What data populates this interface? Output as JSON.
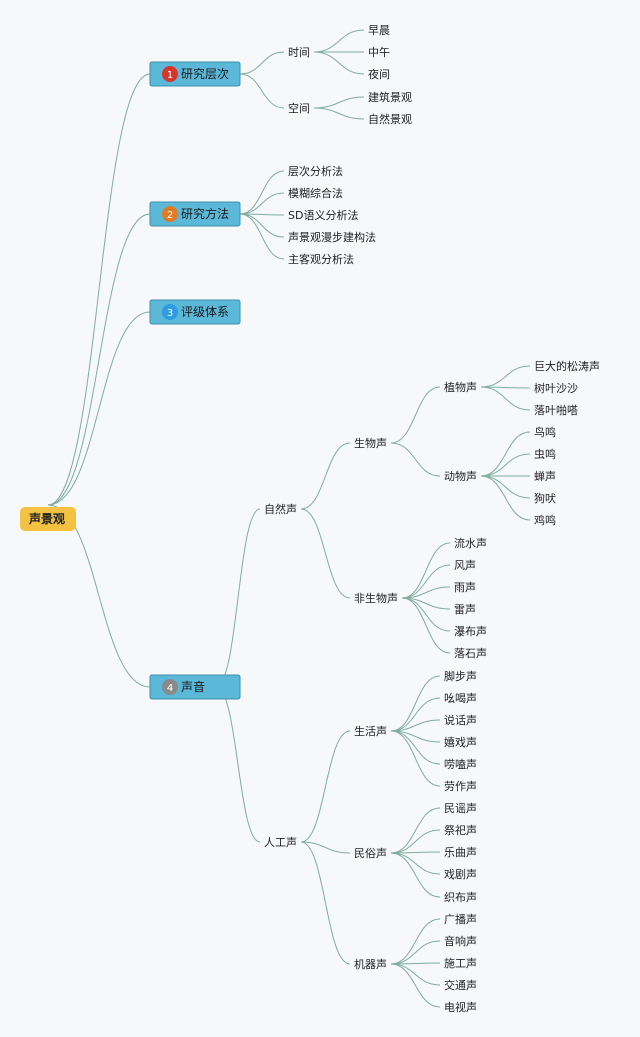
{
  "root": {
    "label": "声景观"
  },
  "colors": {
    "edge": "#7fae9c",
    "root_fill": "#f4c242",
    "l1_fill": "#5bb8d8",
    "l1_stroke": "#3d8fb0"
  },
  "branches": [
    {
      "label": "研究层次",
      "number": "1",
      "badge_color": "#d9362b",
      "children": [
        {
          "label": "时间",
          "children": [
            {
              "label": "早晨"
            },
            {
              "label": "中午"
            },
            {
              "label": "夜间"
            }
          ]
        },
        {
          "label": "空间",
          "children": [
            {
              "label": "建筑景观"
            },
            {
              "label": "自然景观"
            }
          ]
        }
      ]
    },
    {
      "label": "研究方法",
      "number": "2",
      "badge_color": "#e07a25",
      "children": [
        {
          "label": "层次分析法"
        },
        {
          "label": "模糊综合法"
        },
        {
          "label": "SD语义分析法"
        },
        {
          "label": "声景观漫步建构法"
        },
        {
          "label": "主客观分析法"
        }
      ]
    },
    {
      "label": "评级体系",
      "number": "3",
      "badge_color": "#2f9be0",
      "children": []
    },
    {
      "label": "声音",
      "number": "4",
      "badge_color": "#8a8a8a",
      "children": [
        {
          "label": "自然声",
          "children": [
            {
              "label": "生物声",
              "children": [
                {
                  "label": "植物声",
                  "children": [
                    {
                      "label": "巨大的松涛声"
                    },
                    {
                      "label": "树叶沙沙"
                    },
                    {
                      "label": "落叶啪嗒"
                    }
                  ]
                },
                {
                  "label": "动物声",
                  "children": [
                    {
                      "label": "鸟鸣"
                    },
                    {
                      "label": "虫鸣"
                    },
                    {
                      "label": "蝉声"
                    },
                    {
                      "label": "狗吠"
                    },
                    {
                      "label": "鸡鸣"
                    }
                  ]
                }
              ]
            },
            {
              "label": "非生物声",
              "children": [
                {
                  "label": "流水声"
                },
                {
                  "label": "风声"
                },
                {
                  "label": "雨声"
                },
                {
                  "label": "雷声"
                },
                {
                  "label": "瀑布声"
                },
                {
                  "label": "落石声"
                }
              ]
            }
          ]
        },
        {
          "label": "人工声",
          "children": [
            {
              "label": "生活声",
              "children": [
                {
                  "label": "脚步声"
                },
                {
                  "label": "吆喝声"
                },
                {
                  "label": "说话声"
                },
                {
                  "label": "嬉戏声"
                },
                {
                  "label": "唠嗑声"
                },
                {
                  "label": "劳作声"
                }
              ]
            },
            {
              "label": "民俗声",
              "children": [
                {
                  "label": "民谣声"
                },
                {
                  "label": "祭祀声"
                },
                {
                  "label": "乐曲声"
                },
                {
                  "label": "戏剧声"
                },
                {
                  "label": "织布声"
                }
              ]
            },
            {
              "label": "机器声",
              "children": [
                {
                  "label": "广播声"
                },
                {
                  "label": "音响声"
                },
                {
                  "label": "施工声"
                },
                {
                  "label": "交通声"
                },
                {
                  "label": "电视声"
                }
              ]
            }
          ]
        }
      ]
    }
  ]
}
